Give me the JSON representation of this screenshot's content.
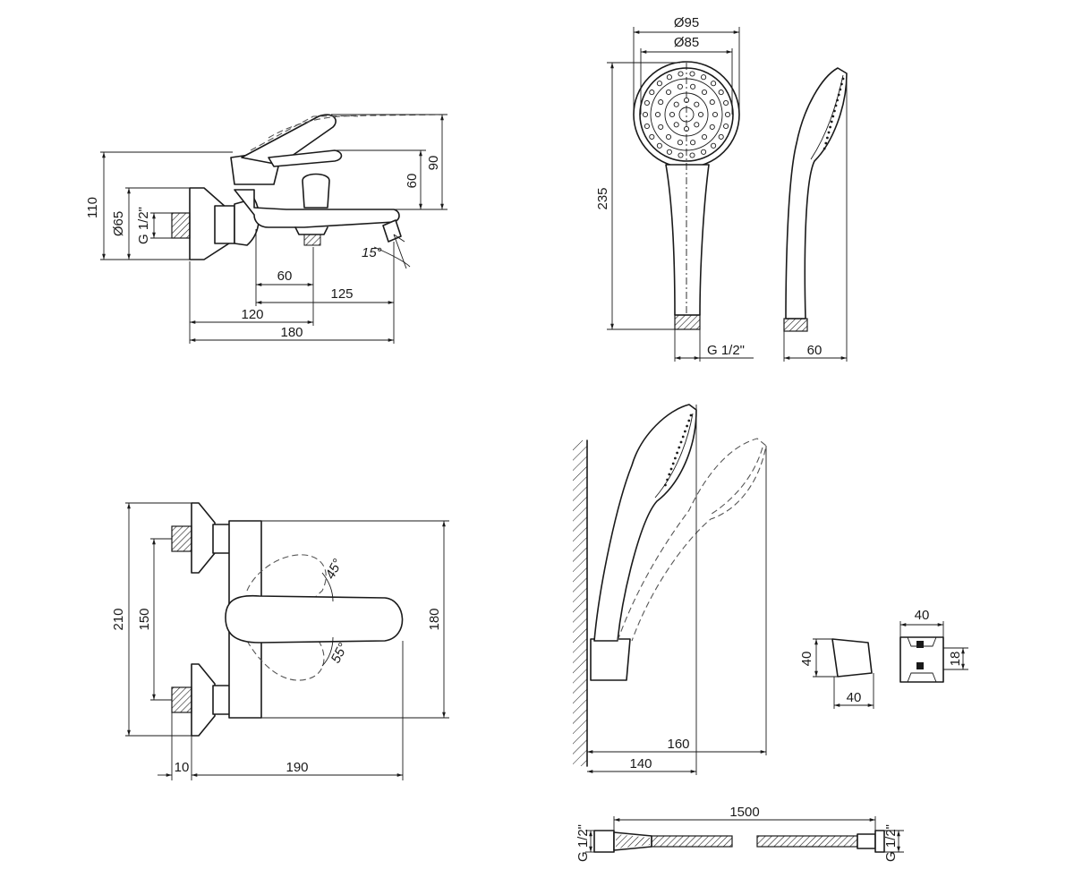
{
  "mixer_side": {
    "height_total": "110",
    "diameter": "Ø65",
    "thread": "G 1/2\"",
    "lever_height": "90",
    "spout_height": "60",
    "spout_angle": "15°",
    "dim_60": "60",
    "dim_125": "125",
    "dim_120": "120",
    "dim_180": "180"
  },
  "shower_head": {
    "diameter_outer": "Ø95",
    "diameter_inner": "Ø85",
    "length": "235",
    "thread": "G 1/2\"",
    "depth": "60"
  },
  "mixer_front": {
    "height_total": "210",
    "center_distance": "150",
    "angle_up": "45°",
    "angle_down": "55°",
    "lever_span": "180",
    "dim_10": "10",
    "dim_190": "190"
  },
  "wall_mount": {
    "dim_160": "160",
    "dim_140": "140"
  },
  "holder": {
    "height": "40",
    "depth": "40",
    "width": "40",
    "hole": "18"
  },
  "hose": {
    "length": "1500",
    "thread_left": "G 1/2\"",
    "thread_right": "G 1/2\""
  }
}
